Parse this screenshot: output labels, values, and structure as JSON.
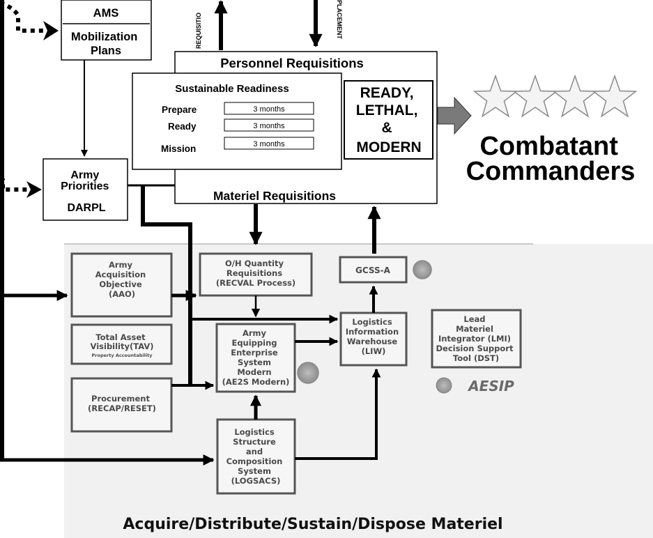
{
  "ams_box": {
    "title": "AMS",
    "subtitle_1": "Mobilization",
    "subtitle_2": "Plans"
  },
  "priorities_box": {
    "line_1": "Army",
    "line_2": "Priorities",
    "line_3": "DARPL"
  },
  "arrow_labels": {
    "left_vertical": "REQUISITIO",
    "right_vertical": "PLACEMENT"
  },
  "requisitions_box": {
    "top_label": "Personnel Requisitions",
    "bottom_label": "Materiel Requisitions",
    "readiness": {
      "title": "Sustainable Readiness",
      "rows": [
        {
          "label": "Prepare",
          "value": "3 months"
        },
        {
          "label": "Ready",
          "value": "3 months"
        },
        {
          "label": "Mission",
          "value": "3 months"
        }
      ]
    },
    "ready_box": {
      "line_1": "READY,",
      "line_2": "LETHAL,",
      "line_3": "&",
      "line_4": "MODERN"
    }
  },
  "commanders": {
    "line_1": "Combatant",
    "line_2": "Commanders",
    "star_count": 4
  },
  "lower_panel": {
    "footer": "Acquire/Distribute/Sustain/Dispose Materiel",
    "aao": [
      "Army",
      "Acquisition",
      "Objective",
      "(AAO)"
    ],
    "tav": [
      "Total Asset",
      "Visibility(TAV)"
    ],
    "tav_small": "Property Accountability",
    "procurement": [
      "Procurement",
      "(RECAP/RESET)"
    ],
    "oh_quantity": [
      "O/H Quantity",
      "Requisitions",
      "(RECVAL Process)"
    ],
    "ae2s": [
      "Army",
      "Equipping",
      "Enterprise",
      "System",
      "Modern",
      "(AE2S Modern)"
    ],
    "logsacs": [
      "Logistics",
      "Structure",
      "and",
      "Composition",
      "System",
      "(LOGSACS)"
    ],
    "gcss": "GCSS-A",
    "liw": [
      "Logistics",
      "Information",
      "Warehouse",
      "(LIW)"
    ],
    "lmi": [
      "Lead",
      "Materiel",
      "Integrator (LMI)",
      "Decision Support",
      "Tool (DST)"
    ],
    "aesip_logo": "AESIP"
  },
  "colors": {
    "panel_bg": "#f1f1f1",
    "box_bg": "#f6f6f6",
    "box_border": "#555555",
    "arrow_gray": "#7a7a7a",
    "star_fill": "#f4f4f4"
  }
}
